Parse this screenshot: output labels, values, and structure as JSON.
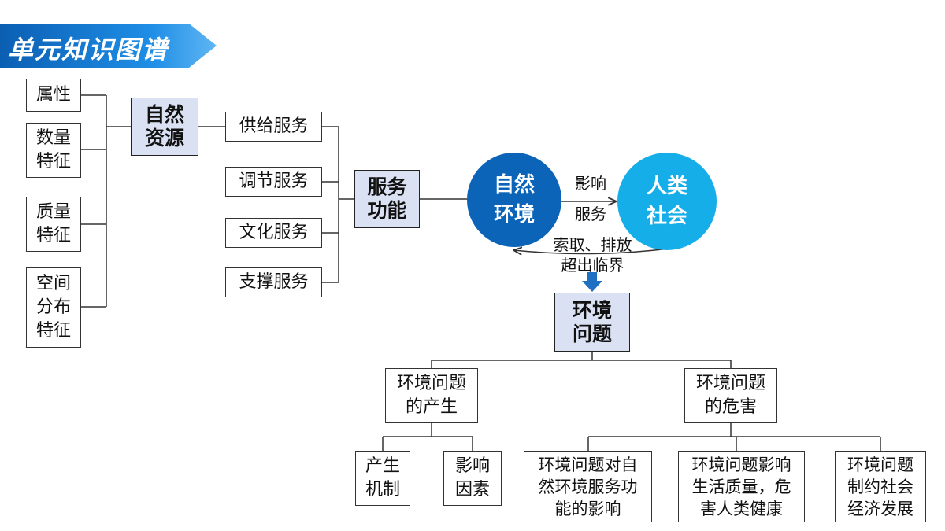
{
  "title": "单元知识图谱",
  "natural_resources": {
    "name": "自然\n资源",
    "attributes": [
      "属性",
      "数量\n特征",
      "质量\n特征",
      "空间\n分布\n特征"
    ]
  },
  "services": {
    "name": "服务\n功能",
    "items": [
      "供给服务",
      "调节服务",
      "文化服务",
      "支撑服务"
    ]
  },
  "circles": {
    "nature": "自然\n环境",
    "society": "人类\n社会"
  },
  "relations": {
    "influence": "影响",
    "service": "服务",
    "extract": "索取、排放",
    "exceed": "超出临界"
  },
  "env_problem": {
    "name": "环境\n问题",
    "causes": {
      "name": "环境问题\n的产生",
      "items": [
        "产生\n机制",
        "影响\n因素"
      ]
    },
    "harms": {
      "name": "环境问题\n的危害",
      "items": [
        "环境问题对自\n然环境服务功\n能的影响",
        "环境问题影响\n生活质量，危\n害人类健康",
        "环境问题\n制约社会\n经济发展"
      ]
    }
  },
  "colors": {
    "nature_circle": "#0b64b8",
    "society_circle": "#16aee8",
    "key_box": "#d9e1f2",
    "arrow": "#1f6fc2"
  }
}
